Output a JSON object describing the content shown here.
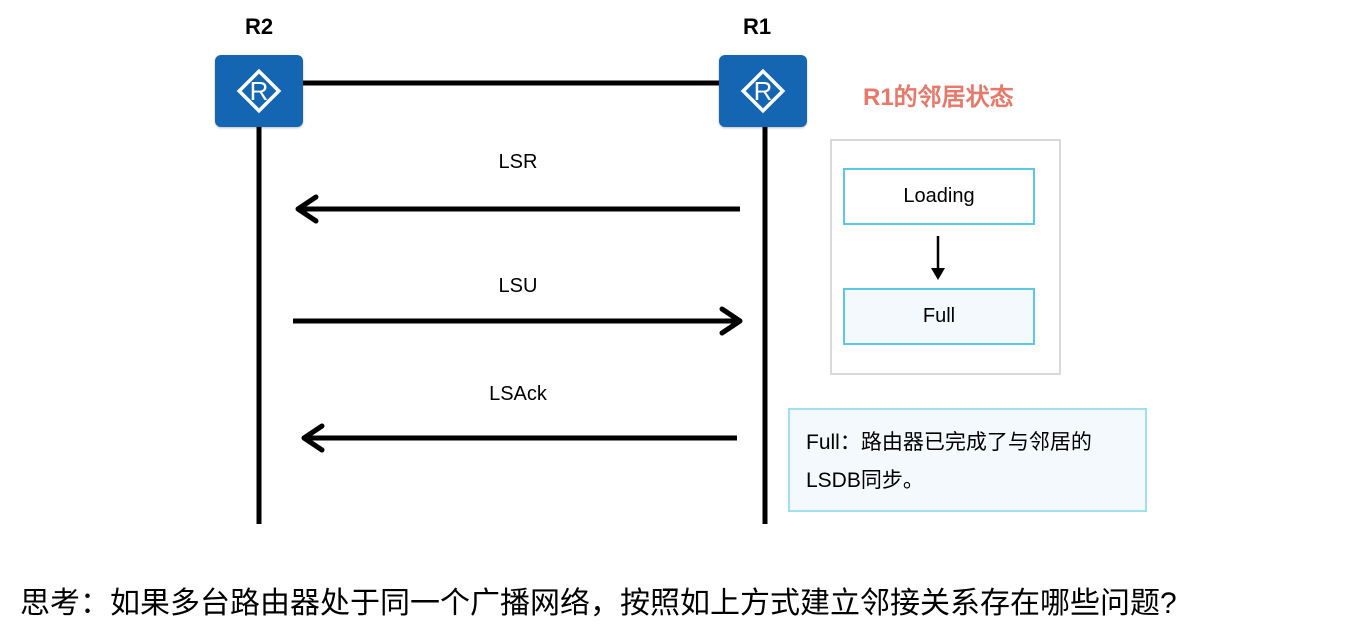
{
  "routers": {
    "left": {
      "label": "R2",
      "icon": "router-icon"
    },
    "right": {
      "label": "R1",
      "icon": "router-icon"
    }
  },
  "messages": [
    {
      "label": "LSR",
      "direction": "R1 to R2"
    },
    {
      "label": "LSU",
      "direction": "R2 to R1"
    },
    {
      "label": "LSAck",
      "direction": "R1 to R2"
    }
  ],
  "state_panel": {
    "title": "R1的邻居状态",
    "states": [
      "Loading",
      "Full"
    ]
  },
  "note": {
    "line1": "Full：路由器已完成了与邻居的",
    "line2": "LSDB同步。"
  },
  "question": "思考：如果多台路由器处于同一个广播网络，按照如上方式建立邻接关系存在哪些问题?",
  "colors": {
    "router_blue": "#1466b2",
    "title_red": "#e8786a",
    "state_border": "#5bc8e6",
    "note_border": "#9fe0f2"
  }
}
